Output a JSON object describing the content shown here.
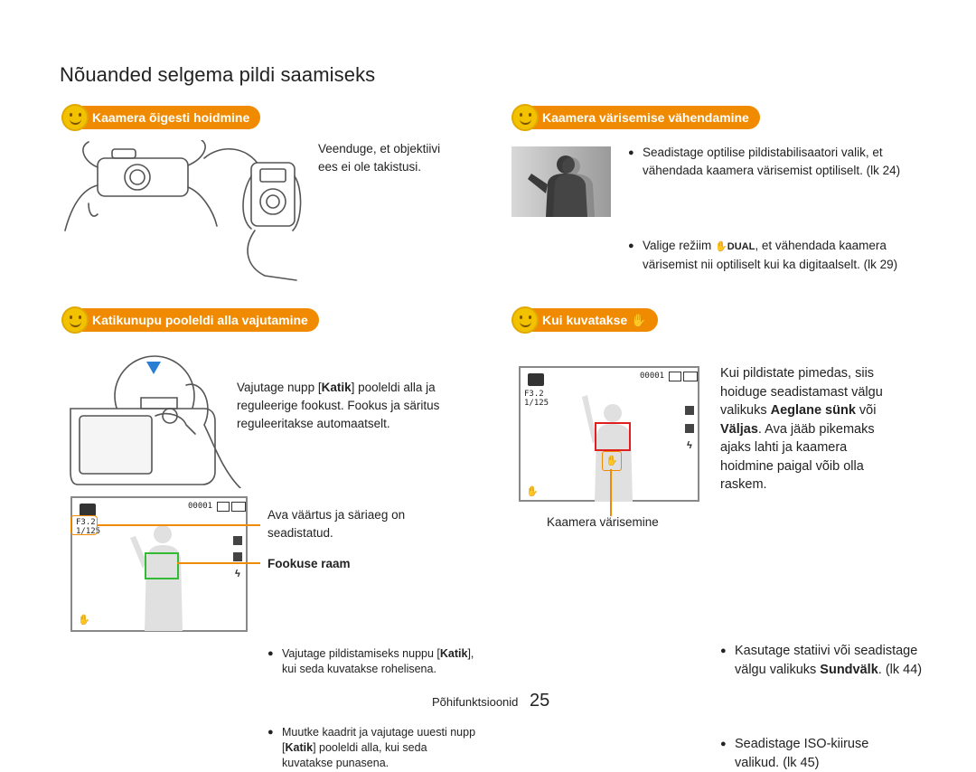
{
  "title": "Nõuanded selgema pildi saamiseks",
  "sections": {
    "hold": {
      "heading": "Kaamera õigesti hoidmine",
      "note": "Veenduge, et objektiivi ees ei ole takistusi."
    },
    "reduce": {
      "heading": "Kaamera värisemise vähendamine",
      "bullet1": "Seadistage optilise pildistabilisaatori valik, et vähendada kaamera värisemist optiliselt. (lk 24)",
      "bullet2_a": "Valige režiim",
      "bullet2_mode": "DUAL",
      "bullet2_b": ", et vähendada kaamera värisemist nii optiliselt kui ka digitaalselt. (lk 29)"
    },
    "halfpress": {
      "heading": "Katikunupu pooleldi alla vajutamine",
      "desc_a": "Vajutage nupp [",
      "desc_key": "Katik",
      "desc_b": "] pooleldi alla ja reguleerige fookust. Fookus ja säritus reguleeritakse automaatselt.",
      "aperture_label": "Ava väärtus ja säriaeg on seadistatud.",
      "focus_heading": "Fookuse raam",
      "focus_b1_a": "Vajutage pildistamiseks nuppu [",
      "focus_b1_key": "Katik",
      "focus_b1_b": "], kui seda kuvatakse rohelisena.",
      "focus_b2_a": "Muutke kaadrit ja vajutage uuesti nupp [",
      "focus_b2_key": "Katik",
      "focus_b2_b": "] pooleldi alla, kui seda kuvatakse punasena."
    },
    "shown": {
      "heading": "Kui kuvatakse",
      "caption": "Kaamera värisemine",
      "para_a": "Kui pildistate pimedas, siis hoiduge seadistamast välgu valikuks ",
      "para_k1": "Aeglane sünk",
      "para_b": " või ",
      "para_k2": "Väljas",
      "para_c": ". Ava jääb pikemaks ajaks lahti ja kaamera hoidmine paigal võib olla raskem.",
      "b1_a": "Kasutage statiivi või seadistage välgu valikuks ",
      "b1_k": "Sundvälk",
      "b1_b": ". (lk 44)",
      "b2": "Seadistage ISO-kiiruse valikud. (lk 45)"
    }
  },
  "osd": {
    "count": "00001",
    "aperture": "F3.2",
    "shutter": "1/125"
  },
  "footer": {
    "label": "Põhifunktsioonid",
    "page": "25"
  },
  "colors": {
    "accent": "#f08a00",
    "smiley": "#f2c200",
    "focus_green": "#33bb33",
    "focus_red": "#e02020"
  }
}
